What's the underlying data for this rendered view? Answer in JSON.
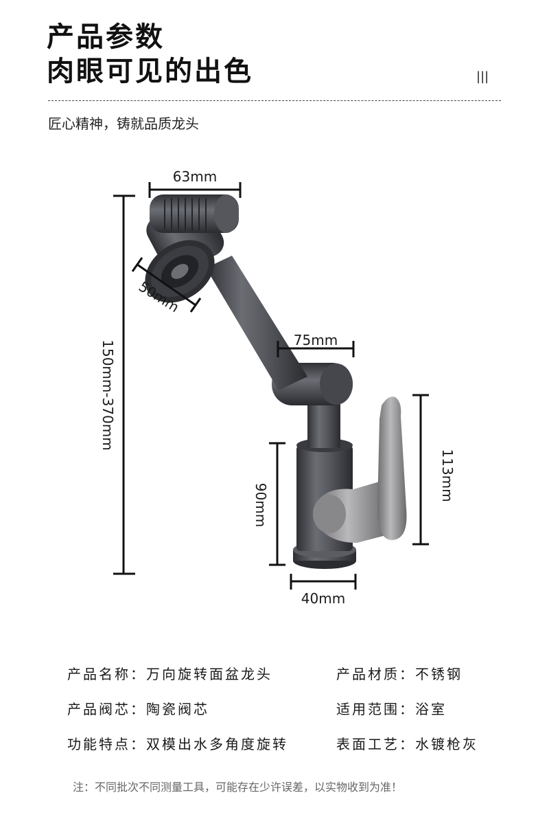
{
  "header": {
    "title_line1": "产品参数",
    "title_line2": "肉眼可见的出色",
    "corner_mark": "|||",
    "subtitle": "匠心精神，铸就品质龙头"
  },
  "dimensions": {
    "spout_head_width": "63mm",
    "sprayer_diameter": "50mm",
    "arm_length": "75mm",
    "total_height": "150mm-370mm",
    "body_height": "90mm",
    "handle_height": "113mm",
    "base_diameter": "40mm"
  },
  "specs": {
    "row1_left": "产品名称：万向旋转面盆龙头",
    "row1_right": "产品材质：不锈钢",
    "row2_left": "产品阀芯：陶瓷阀芯",
    "row2_right": "适用范围：浴室",
    "row3_left": "功能特点：双模出水多角度旋转",
    "row3_right": "表面工艺：水镀枪灰"
  },
  "note": "注：不同批次不同测量工具，可能存在少许误差，以实物收到为准！",
  "colors": {
    "gunmetal": "#4a4c52",
    "steel_handle": "#8e8d8f"
  }
}
